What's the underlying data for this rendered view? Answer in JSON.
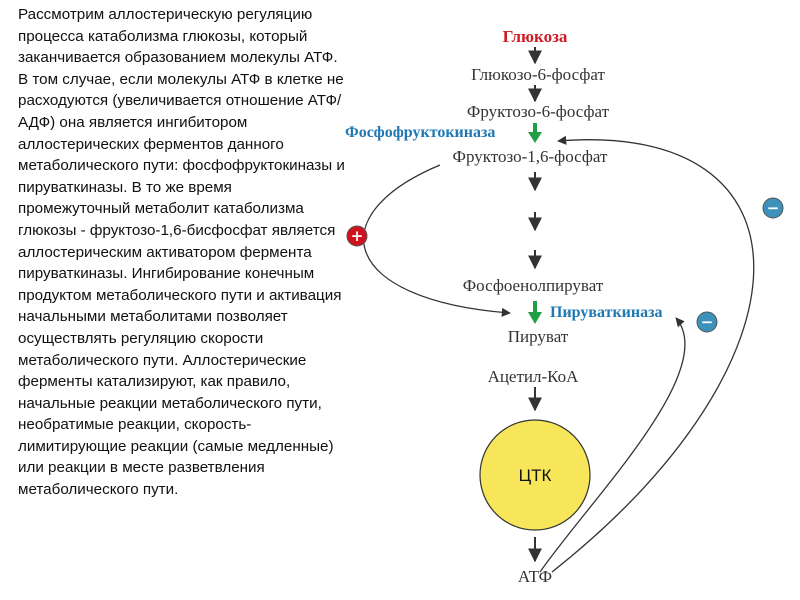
{
  "text": "Рассмотрим аллостерическую регуляцию процесса катаболизма глюкозы, который заканчивается образованием молекулы АТФ. В том случае, если молекулы АТФ в клетке не расходуются (увеличивается отношение АТФ/АДФ) она является ингибитором аллостерических ферментов данного метаболического пути: фосфофруктокиназы и пируваткиназы. В то же время промежуточный метаболит катаболизма глюкозы - фруктозо-1,6-бисфосфат является аллостерическим активатором фермента пируваткиназы. Ингибирование конечным продуктом метаболического пути и активация начальными метаболитами позволяет осуществлять регуляцию скорости метаболического пути. Аллостерические ферменты катализируют, как правило, начальные реакции метаболического пути, необратимые реакции, скорость-лимитирующие реакции (самые медленные) или реакции в месте разветвления метаболического пути.",
  "pathway": {
    "glucose": "Глюкоза",
    "g6p": "Глюкозо-6-фосфат",
    "f6p": "Фруктозо-6-фосфат",
    "f16p": "Фруктозо-1,6-фосфат",
    "pep": "Фосфоенолпируват",
    "pyruvate": "Пируват",
    "acetylcoa": "Ацетил-КоА",
    "tca": "ЦТК",
    "atp": "АТФ"
  },
  "enzymes": {
    "pfk": "Фосфофруктокиназа",
    "pk": "Пируваткиназа"
  },
  "signs": {
    "activation": "+",
    "inhibition1": "−",
    "inhibition2": "−"
  },
  "colors": {
    "glucose": "#d01c24",
    "enzyme": "#1f78b4",
    "enzyme_arrow": "#21a043",
    "activation_circle": "#d0121f",
    "inhibition_circle": "#3c92ba",
    "tca_circle": "#f7e65a"
  }
}
